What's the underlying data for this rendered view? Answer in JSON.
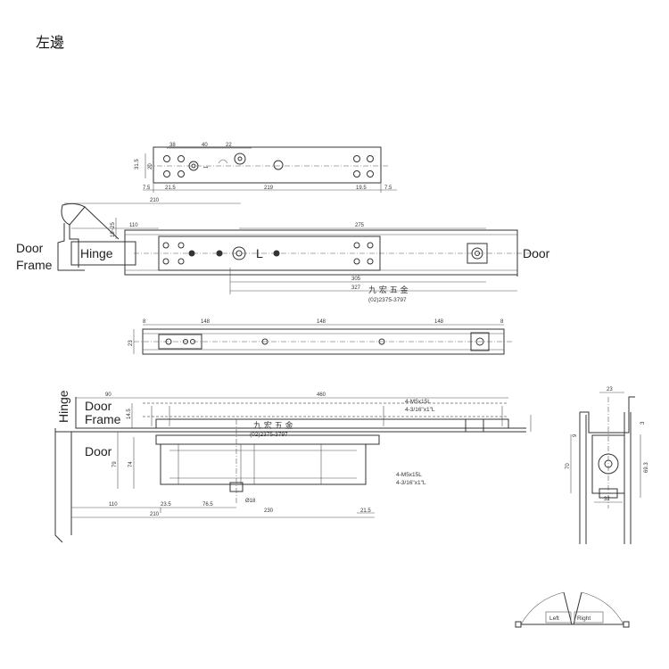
{
  "title": "左邊",
  "top_view": {
    "dims": [
      "38",
      "40",
      "22",
      "31.5",
      "20",
      "7.5",
      "21.5",
      "219",
      "19.5",
      "7.5"
    ]
  },
  "install_view": {
    "labels": {
      "door_frame_1": "Door",
      "door_frame_2": "Frame",
      "hinge": "Hinge",
      "door": "Door",
      "pivot": "L"
    },
    "dims": [
      "210",
      "110",
      "275",
      "19~25",
      "305",
      "327"
    ],
    "watermark": {
      "name": "九 宏 五 金",
      "phone": "(02)2375-3797"
    }
  },
  "arm_view": {
    "dims": [
      "8",
      "148",
      "148",
      "148",
      "8",
      "23"
    ]
  },
  "section_view": {
    "labels": {
      "hinge": "Hinge",
      "door_frame_1": "Door",
      "door_frame_2": "Frame",
      "door": "Door"
    },
    "dims": [
      "90",
      "460",
      "14.5",
      "79",
      "74",
      "110",
      "23.5",
      "76.5",
      "Ø18",
      "230",
      "210",
      "21.5"
    ],
    "screw_top": [
      "4-M5x15L",
      "4-3/16\"x1\"L"
    ],
    "screw_bottom": [
      "4-M5x15L",
      "4-3/16\"x1\"L"
    ],
    "watermark": {
      "name": "九 宏 五 金",
      "phone": "(02)2375-3797"
    }
  },
  "side_view": {
    "dims": [
      "23",
      "3",
      "9",
      "70",
      "69.3",
      "32"
    ]
  },
  "direction": {
    "left": "Left",
    "right": "Right"
  }
}
